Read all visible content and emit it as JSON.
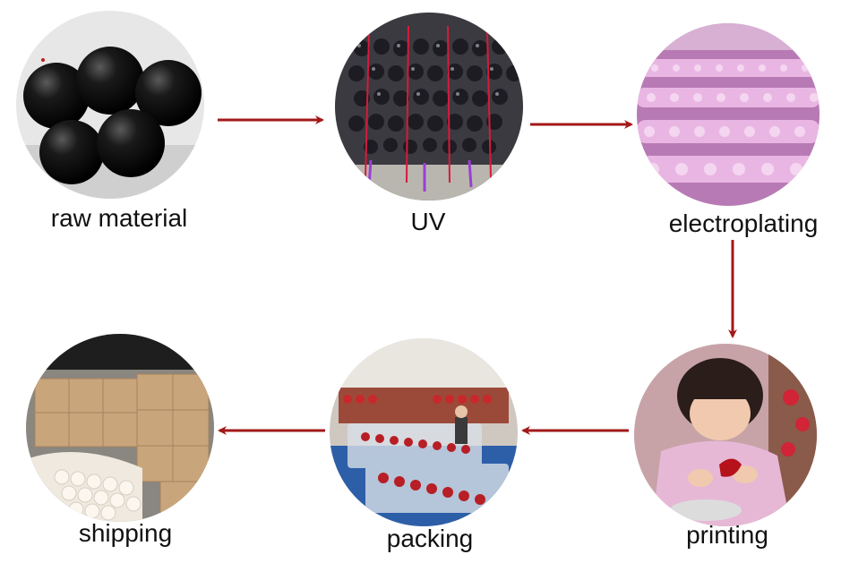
{
  "steps": [
    {
      "id": "raw-material",
      "label": "raw material",
      "icon": "black-spheres-photo"
    },
    {
      "id": "uv",
      "label": "UV",
      "icon": "uv-coating-rack-photo"
    },
    {
      "id": "electroplating",
      "label": "electroplating",
      "icon": "pink-plated-balls-photo"
    },
    {
      "id": "printing",
      "label": "printing",
      "icon": "worker-painting-ornament-photo"
    },
    {
      "id": "packing",
      "label": "packing",
      "icon": "packing-line-photo"
    },
    {
      "id": "shipping",
      "label": "shipping",
      "icon": "warehouse-boxes-photo"
    }
  ],
  "flow": [
    "raw-material",
    "uv",
    "electroplating",
    "printing",
    "packing",
    "shipping"
  ],
  "colors": {
    "arrow": "#a31818",
    "label": "#111111",
    "background": "#ffffff"
  }
}
